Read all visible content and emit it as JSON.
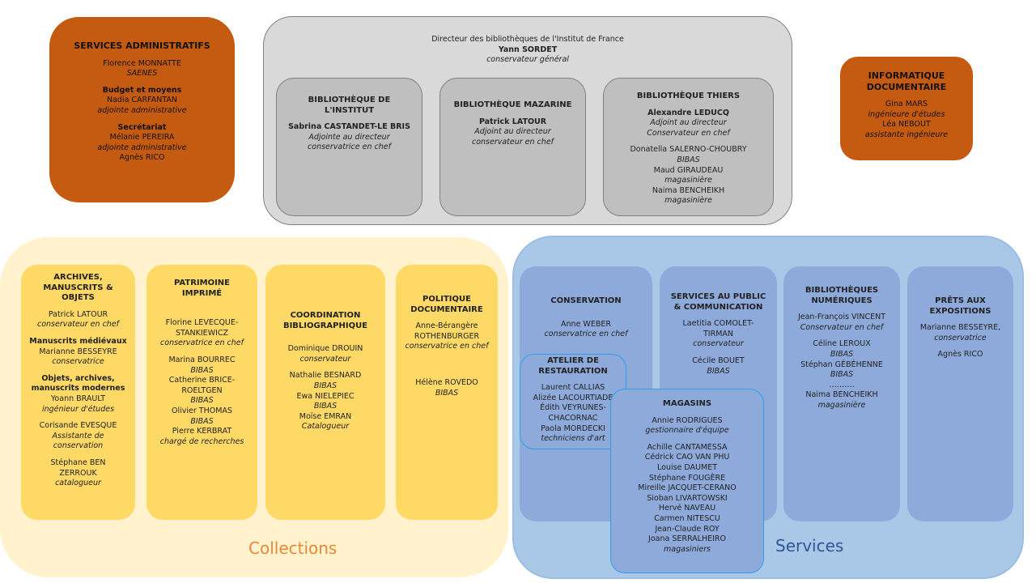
{
  "admin": {
    "title": "SERVICES ADMINISTRATIFS",
    "lines": [
      {
        "t": "Florence MONNATTE",
        "s": ""
      },
      {
        "t": "SAENES",
        "s": "i"
      },
      {
        "t": "",
        "s": "gap"
      },
      {
        "t": "Budget et moyens",
        "s": "t"
      },
      {
        "t": "Nadia CARFANTAN",
        "s": ""
      },
      {
        "t": "adjointe administrative",
        "s": "i"
      },
      {
        "t": "",
        "s": "gap"
      },
      {
        "t": "Secrétariat",
        "s": "t"
      },
      {
        "t": "Mélanie PEREIRA",
        "s": ""
      },
      {
        "t": "adjointe administrative",
        "s": "i"
      },
      {
        "t": "Agnès RICO",
        "s": ""
      }
    ]
  },
  "director": {
    "line1": "Directeur des bibliothèques de l'Institut de France",
    "name": "Yann SORDET",
    "role": "conservateur général"
  },
  "libraries": [
    {
      "title": "BIBLIOTHÈQUE DE\nL'INSTITUT",
      "lines": [
        {
          "t": "",
          "s": "gap"
        },
        {
          "t": "Sabrina CASTANDET-LE BRIS",
          "s": "t"
        },
        {
          "t": "Adjointe au directeur",
          "s": "i"
        },
        {
          "t": "conservatrice en chef",
          "s": "i"
        }
      ]
    },
    {
      "title": "BIBLIOTHÈQUE MAZARINE",
      "lines": [
        {
          "t": "",
          "s": "gap"
        },
        {
          "t": "Patrick LATOUR",
          "s": "t"
        },
        {
          "t": "Adjoint au directeur",
          "s": "i"
        },
        {
          "t": "conservateur en chef",
          "s": "i"
        }
      ]
    },
    {
      "title": "BIBLIOTHÈQUE THIERS",
      "lines": [
        {
          "t": "",
          "s": "gap"
        },
        {
          "t": "Alexandre LEDUCQ",
          "s": "t"
        },
        {
          "t": "Adjoint au directeur",
          "s": "i"
        },
        {
          "t": "Conservateur en chef",
          "s": "i"
        },
        {
          "t": "",
          "s": "gap"
        },
        {
          "t": "Donatella SALERNO-CHOUBRY",
          "s": ""
        },
        {
          "t": "BIBAS",
          "s": "i"
        },
        {
          "t": "Maud GIRAUDEAU",
          "s": ""
        },
        {
          "t": "magasinière",
          "s": "i"
        },
        {
          "t": "Naima BENCHEIKH",
          "s": ""
        },
        {
          "t": "magasinière",
          "s": "i"
        }
      ]
    }
  ],
  "it": {
    "title": "INFORMATIQUE\nDOCUMENTAIRE",
    "lines": [
      {
        "t": "",
        "s": "gap"
      },
      {
        "t": "Gina MARS",
        "s": ""
      },
      {
        "t": "ingénieure d'études",
        "s": "i"
      },
      {
        "t": "Léa NEBOUT",
        "s": ""
      },
      {
        "t": "assistante ingénieure",
        "s": "i"
      }
    ]
  },
  "collections": {
    "label": "Collections",
    "boxes": [
      {
        "title": "ARCHIVES,\nMANUSCRITS &\nOBJETS",
        "lines": [
          {
            "t": "",
            "s": "gap"
          },
          {
            "t": "Patrick LATOUR",
            "s": ""
          },
          {
            "t": "conservateur en chef",
            "s": "i"
          },
          {
            "t": "",
            "s": "gap"
          },
          {
            "t": "Manuscrits médiévaux",
            "s": "t"
          },
          {
            "t": "Marianne BESSEYRE",
            "s": ""
          },
          {
            "t": "conservatrice",
            "s": "i"
          },
          {
            "t": "",
            "s": "gap"
          },
          {
            "t": "Objets, archives,\nmanuscrits modernes",
            "s": "t"
          },
          {
            "t": "Yoann BRAULT",
            "s": ""
          },
          {
            "t": "ingénieur d'études",
            "s": "i"
          },
          {
            "t": "",
            "s": "gap"
          },
          {
            "t": "Corisande EVESQUE",
            "s": ""
          },
          {
            "t": "Assistante de\nconservation",
            "s": "i"
          },
          {
            "t": "",
            "s": "gap"
          },
          {
            "t": "Stéphane BEN\nZERROUK",
            "s": ""
          },
          {
            "t": "catalogueur",
            "s": "i"
          }
        ]
      },
      {
        "title": "PATRIMOINE\nIMPRIMÉ",
        "lines": [
          {
            "t": "",
            "s": "gap"
          },
          {
            "t": "",
            "s": "gap"
          },
          {
            "t": "",
            "s": "gap"
          },
          {
            "t": "Florine LEVECQUE-\nSTANKIEWICZ",
            "s": ""
          },
          {
            "t": "conservatrice en chef",
            "s": "i"
          },
          {
            "t": "",
            "s": "gap"
          },
          {
            "t": "Marina BOURREC",
            "s": ""
          },
          {
            "t": "BIBAS",
            "s": "i"
          },
          {
            "t": "Catherine BRICE-\nROELTGEN",
            "s": ""
          },
          {
            "t": "BIBAS",
            "s": "i"
          },
          {
            "t": "Olivier THOMAS",
            "s": ""
          },
          {
            "t": "BIBAS",
            "s": "i"
          },
          {
            "t": "Pierre KERBRAT",
            "s": ""
          },
          {
            "t": "chargé de recherches",
            "s": "i"
          }
        ]
      },
      {
        "title": "COORDINATION\nBIBLIOGRAPHIQUE",
        "lines": [
          {
            "t": "",
            "s": "gap"
          },
          {
            "t": "",
            "s": "gap"
          },
          {
            "t": "Dominique DROUIN",
            "s": ""
          },
          {
            "t": "conservateur",
            "s": "i"
          },
          {
            "t": "",
            "s": "gap"
          },
          {
            "t": "Nathalie BESNARD",
            "s": ""
          },
          {
            "t": "BIBAS",
            "s": "i"
          },
          {
            "t": "Ewa NIELEPIEC",
            "s": ""
          },
          {
            "t": "BIBAS",
            "s": "i"
          },
          {
            "t": "Moïse EMRAN",
            "s": ""
          },
          {
            "t": "Catalogueur",
            "s": "i"
          }
        ]
      },
      {
        "title": "POLITIQUE\nDOCUMENTAIRE",
        "lines": [
          {
            "t": "",
            "s": "gap"
          },
          {
            "t": "Anne-Bérangère\nROTHENBURGER",
            "s": ""
          },
          {
            "t": "conservatrice en  chef",
            "s": "i"
          },
          {
            "t": "",
            "s": "gap"
          },
          {
            "t": "",
            "s": "gap"
          },
          {
            "t": "",
            "s": "gap"
          },
          {
            "t": "",
            "s": "gap"
          },
          {
            "t": "Hélène ROVEDO",
            "s": ""
          },
          {
            "t": "BIBAS",
            "s": "i"
          }
        ]
      }
    ]
  },
  "services": {
    "label": "Services",
    "boxes": [
      {
        "title": "CONSERVATION",
        "lines": [
          {
            "t": "",
            "s": "gap"
          },
          {
            "t": "",
            "s": "gap"
          },
          {
            "t": "Anne WEBER",
            "s": ""
          },
          {
            "t": "conservatrice en chef",
            "s": "i"
          }
        ]
      },
      {
        "title": "SERVICES AU PUBLIC\n& COMMUNICATION",
        "lines": [
          {
            "t": "",
            "s": "gap"
          },
          {
            "t": "Laetitia COMOLET-\nTIRMAN",
            "s": ""
          },
          {
            "t": "conservateur",
            "s": "i"
          },
          {
            "t": "",
            "s": "gap"
          },
          {
            "t": "Cécile BOUET",
            "s": ""
          },
          {
            "t": "BIBAS",
            "s": "i"
          }
        ]
      },
      {
        "title": "BIBLIOTHÈQUES\nNUMÉRIQUES",
        "lines": [
          {
            "t": "",
            "s": "gap"
          },
          {
            "t": "Jean-François VINCENT",
            "s": ""
          },
          {
            "t": "Conservateur en chef",
            "s": "i"
          },
          {
            "t": "",
            "s": "gap"
          },
          {
            "t": "Céline LEROUX",
            "s": ""
          },
          {
            "t": "BIBAS",
            "s": "i"
          },
          {
            "t": "Stéphan GÉBÉHENNE",
            "s": ""
          },
          {
            "t": "BIBAS",
            "s": "i"
          },
          {
            "t": "……….",
            "s": ""
          },
          {
            "t": "Naima BENCHEIKH",
            "s": ""
          },
          {
            "t": "magasinière",
            "s": "i"
          }
        ]
      },
      {
        "title": "PRÊTS AUX\nEXPOSITIONS",
        "lines": [
          {
            "t": "",
            "s": "gap"
          },
          {
            "t": "Marianne BESSEYRE,",
            "s": ""
          },
          {
            "t": "conservatrice",
            "s": "i"
          },
          {
            "t": "",
            "s": "gap"
          },
          {
            "t": "Agnès RICO",
            "s": ""
          }
        ]
      }
    ],
    "atelier": {
      "title": "ATELIER DE\nRESTAURATION",
      "lines": [
        {
          "t": "",
          "s": "gap"
        },
        {
          "t": "Laurent CALLIAS",
          "s": ""
        },
        {
          "t": "Alizée LACOURTIADE",
          "s": ""
        },
        {
          "t": "Édith VEYRUNES-\nCHACORNAC",
          "s": ""
        },
        {
          "t": "Paola MORDECKI",
          "s": ""
        },
        {
          "t": "techniciens d'art",
          "s": "i"
        }
      ]
    },
    "magasins": {
      "title": "MAGASINS",
      "lines": [
        {
          "t": "",
          "s": "gap"
        },
        {
          "t": "Annie RODRIGUES",
          "s": ""
        },
        {
          "t": "gestionnaire d'équipe",
          "s": "i"
        },
        {
          "t": "",
          "s": "gap"
        },
        {
          "t": "Achille CANTAMESSA",
          "s": ""
        },
        {
          "t": "Cédrick CAO VAN PHU",
          "s": ""
        },
        {
          "t": "Louise DAUMET",
          "s": ""
        },
        {
          "t": "Stéphane FOUGÈRE",
          "s": ""
        },
        {
          "t": "Mireille JACQUET-CERANO",
          "s": ""
        },
        {
          "t": "Sioban LIVARTOWSKI",
          "s": ""
        },
        {
          "t": "Hervé NAVEAU",
          "s": ""
        },
        {
          "t": "Carmen NITESCU",
          "s": ""
        },
        {
          "t": "Jean-Claude ROY",
          "s": ""
        },
        {
          "t": "Joana SERRALHEIRO",
          "s": ""
        },
        {
          "t": "magasiniers",
          "s": "i"
        }
      ]
    }
  },
  "colors": {
    "orange": "#c55a11",
    "director_bg": "#d9d9d9",
    "library_bg": "#bfbfbf",
    "collections_bg": "#fff2cc",
    "collections_box": "#ffd966",
    "services_bg": "#a9c8e8",
    "services_box": "#8eaadb",
    "collections_label": "#e8893a",
    "services_label": "#2f5597"
  }
}
